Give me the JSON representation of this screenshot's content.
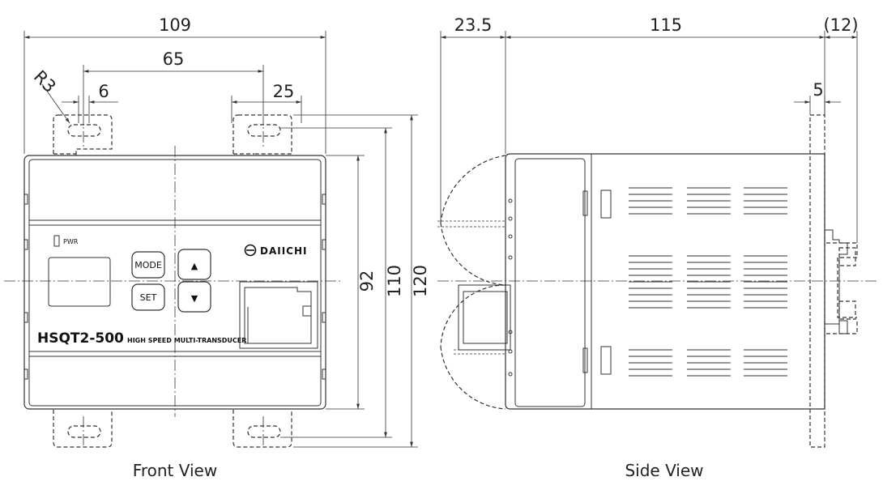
{
  "front_view": {
    "caption": "Front View",
    "dimensions": {
      "overall_width": "109",
      "hole_spacing": "65",
      "radius": "R3",
      "slot_width": "6",
      "slot_length": "25",
      "body_height": "92",
      "flange_height": "110",
      "overall_height": "120"
    },
    "device": {
      "pwr_label": "PWR",
      "mode_button": "MODE",
      "set_button": "SET",
      "up_arrow": "▲",
      "down_arrow": "▼",
      "brand": "DAIICHI",
      "model": "HSQT2-500",
      "subtitle": "HIGH SPEED MULTI-TRANSDUCER"
    }
  },
  "side_view": {
    "caption": "Side View",
    "dimensions": {
      "front_depth": "23.5",
      "body_depth": "115",
      "rail_depth": "(12)",
      "bracket_thickness": "5"
    }
  }
}
